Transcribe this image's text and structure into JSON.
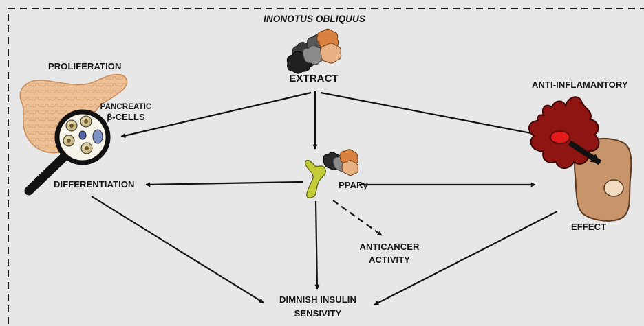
{
  "diagram": {
    "title": "INONOTUS OBLIQUUS",
    "source": {
      "label": "EXTRACT"
    },
    "receptor": {
      "label": "PPARγ"
    },
    "pancreas": {
      "top_label": "PROLIFERATION",
      "cells_label_line1": "PANCREATIC",
      "cells_label_line2": "β-CELLS",
      "bottom_label": "DIFFERENTIATION"
    },
    "inflammation": {
      "top_label": "ANTI-INFLAMANTORY",
      "bottom_label": "EFFECT"
    },
    "anticancer": {
      "line1": "ANTICANCER",
      "line2": "ACTIVITY"
    },
    "outcome": {
      "line1": "DIMNISH INSULIN",
      "line2": "SENSIVITY"
    }
  },
  "colors": {
    "background": "#e7e7e7",
    "arrow": "#111111",
    "pancreas": "#edc096",
    "receptor": "#c4cc3a",
    "macrophage": "#8f1512",
    "target_cell": "#c8956a",
    "extract_dark": "#2a2a2a",
    "extract_orange": "#d9823f"
  }
}
